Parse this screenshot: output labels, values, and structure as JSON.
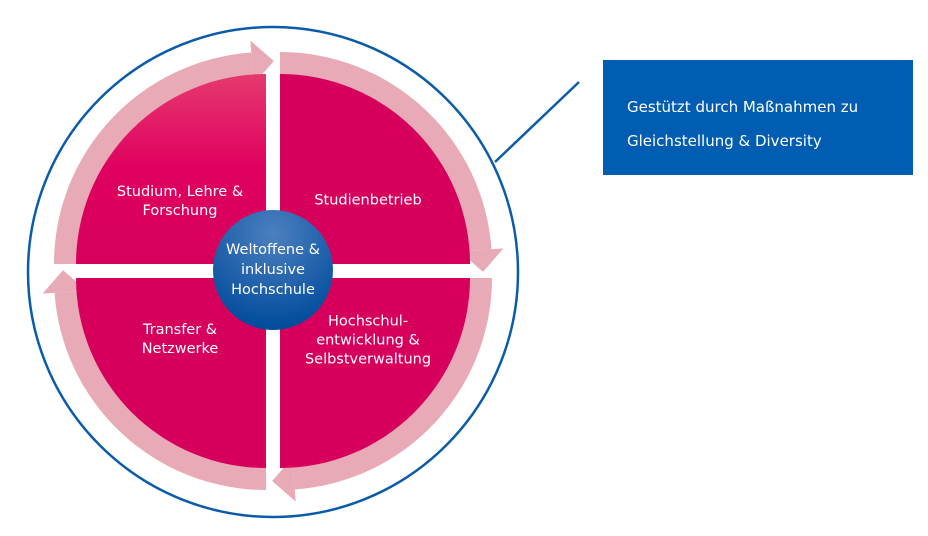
{
  "center": {
    "line1": "Weltoffene &",
    "line2": "inklusive",
    "line3": "Hochschule"
  },
  "quadrants": [
    {
      "line1": "Studium, Lehre &",
      "line2": "Forschung"
    },
    {
      "line1": "Studienbetrieb"
    },
    {
      "line1": "Hochschul-",
      "line2": "entwicklung &",
      "line3": "Selbstverwaltung"
    },
    {
      "line1": "Transfer &",
      "line2": "Netzwerke"
    }
  ],
  "info_box": {
    "line1": "Gestützt durch Maßnahmen zu",
    "line2": "Gleichstellung & Diversity"
  },
  "colors": {
    "quadrant": "#d6005c",
    "arrow": "#e8aab6",
    "outline": "#0a5ba8",
    "box": "#005db1"
  }
}
